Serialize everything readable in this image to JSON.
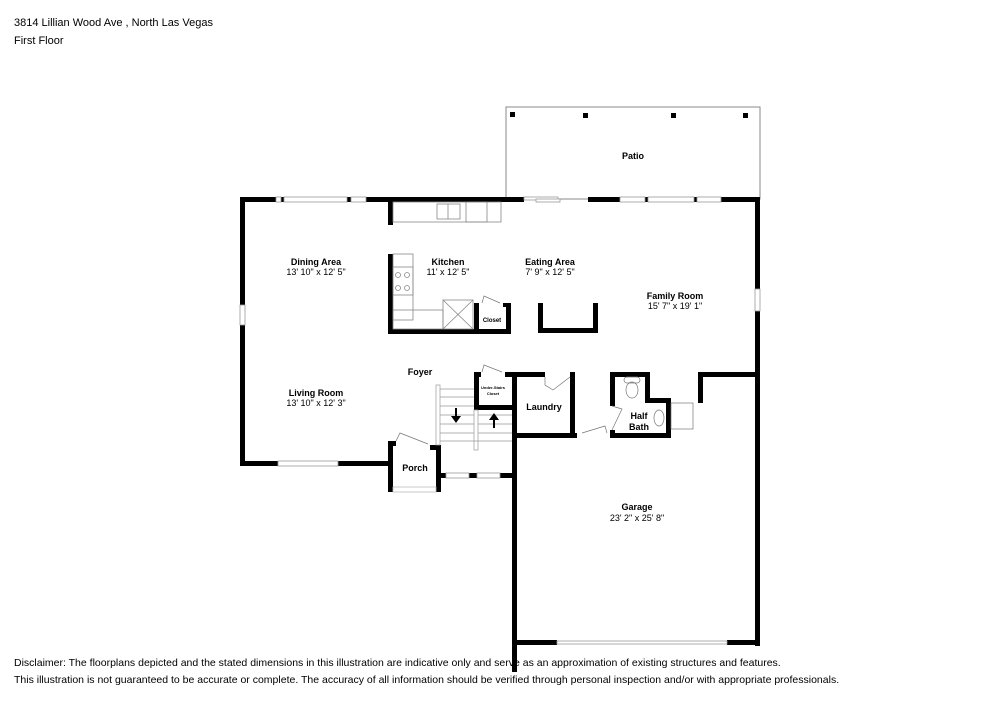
{
  "header": {
    "address": "3814 Lillian Wood Ave , North Las Vegas",
    "floor": "First Floor"
  },
  "rooms": {
    "patio": {
      "name": "Patio"
    },
    "dining": {
      "name": "Dining Area",
      "dims": "13' 10\" x 12' 5\""
    },
    "kitchen": {
      "name": "Kitchen",
      "dims": "11' x 12' 5\""
    },
    "eating": {
      "name": "Eating Area",
      "dims": "7' 9\" x 12' 5\""
    },
    "family": {
      "name": "Family Room",
      "dims": "15' 7\" x 19' 1\""
    },
    "closet": {
      "name": "Closet"
    },
    "foyer": {
      "name": "Foyer"
    },
    "living": {
      "name": "Living Room",
      "dims": "13' 10\" x 12' 3\""
    },
    "understairs": {
      "name_line1": "Under-Stairs",
      "name_line2": "Closet"
    },
    "laundry": {
      "name": "Laundry"
    },
    "halfbath": {
      "name_line1": "Half",
      "name_line2": "Bath"
    },
    "porch": {
      "name": "Porch"
    },
    "garage": {
      "name": "Garage",
      "dims": "23' 2\" x 25' 8\""
    }
  },
  "disclaimer": {
    "line1": "Disclaimer: The floorplans depicted and the stated dimensions in this illustration are indicative only and serve as an approximation of existing structures and features.",
    "line2": "This illustration is not guaranteed to be accurate or complete. The accuracy of all information should be verified through personal inspection and/or with appropriate professionals."
  },
  "colors": {
    "wall": "#000000",
    "window": "#ffffff",
    "fixture_line": "#808080",
    "background": "#ffffff"
  }
}
